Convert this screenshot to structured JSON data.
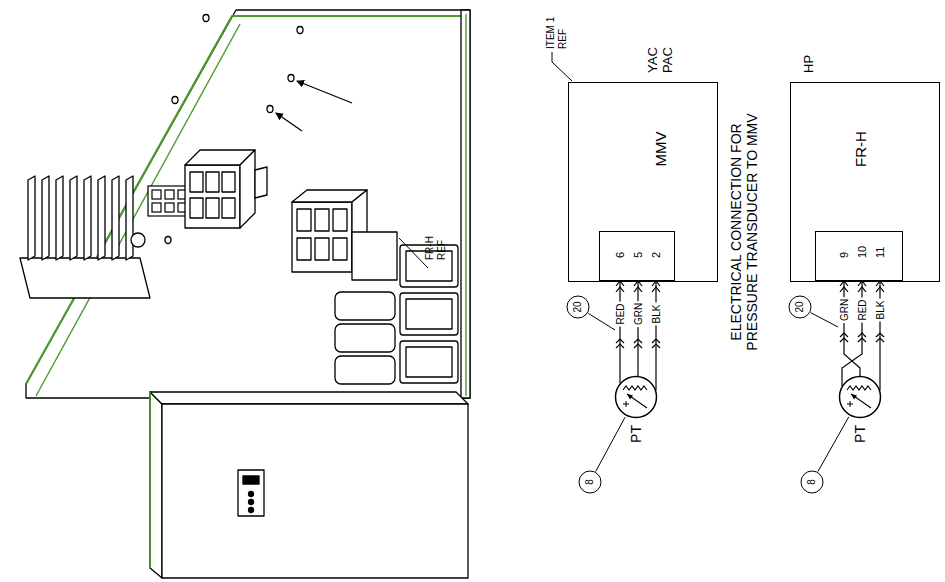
{
  "diagram": {
    "title": "ELECTRICAL CONNECTION FOR PRESSURE TRANSDUCER TO MMV",
    "nodes": [
      {
        "text": [
          "YAC PAC",
          "MMV"
        ]
      },
      {
        "text": [
          "6",
          "5",
          "2"
        ],
        "in": 0
      },
      {
        "text": [
          "PT"
        ]
      },
      {
        "text": [
          "HP",
          "FR-H"
        ]
      },
      {
        "text": [
          "9",
          "10",
          "11"
        ],
        "in": 3
      },
      {
        "text": [
          "PT"
        ]
      }
    ],
    "edges": [
      {
        "from": 2,
        "to": 1,
        "arrow": "to",
        "label": "RED"
      },
      {
        "from": 2,
        "to": 1,
        "arrow": "to",
        "label": "GRN"
      },
      {
        "from": 2,
        "to": 1,
        "arrow": "to",
        "label": "BLK"
      },
      {
        "from": 5,
        "to": 4,
        "arrow": "to",
        "label": "GRN"
      },
      {
        "from": 5,
        "to": 4,
        "arrow": "to",
        "label": "RED"
      },
      {
        "from": 5,
        "to": 4,
        "arrow": "to",
        "label": "BLK"
      }
    ],
    "labels": [
      "ITEM 1 REF",
      "20",
      "8",
      "20",
      "8",
      "FR-H REF"
    ]
  }
}
